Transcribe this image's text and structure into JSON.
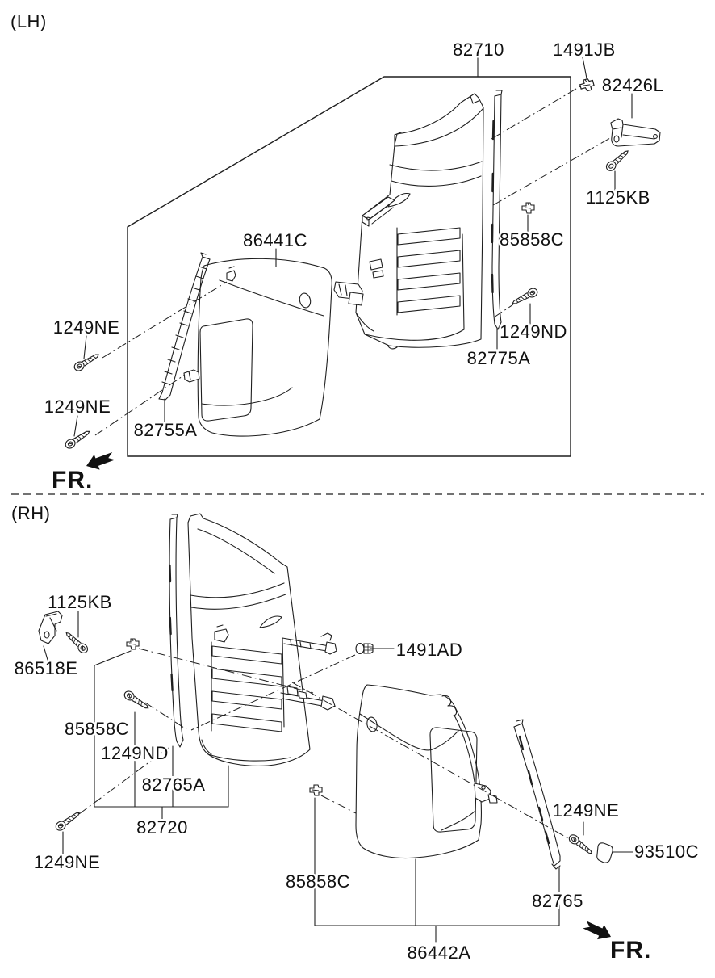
{
  "page": {
    "background": "#ffffff",
    "line_color": "#1f1f1f",
    "description": "Rear body side trim exploded parts diagram, left-hand and right-hand sections"
  },
  "sections": {
    "lh": {
      "marker": "(LH)",
      "fr_label": "FR.",
      "labels": {
        "p82710": "82710",
        "p1491jb": "1491JB",
        "p82426l": "82426L",
        "p1125kb": "1125KB",
        "p85858c": "85858C",
        "p86441c": "86441C",
        "p1249ne_upper": "1249NE",
        "p1249ne_lower": "1249NE",
        "p82755a": "82755A",
        "p1249nd": "1249ND",
        "p82775a": "82775A"
      }
    },
    "rh": {
      "marker": "(RH)",
      "fr_label": "FR.",
      "labels": {
        "p1125kb": "1125KB",
        "p86518e": "86518E",
        "p85858c_upper": "85858C",
        "p1249nd": "1249ND",
        "p82765a": "82765A",
        "p82720": "82720",
        "p1249ne_left": "1249NE",
        "p1491ad": "1491AD",
        "p1249ne_right": "1249NE",
        "p93510c": "93510C",
        "p82765": "82765",
        "p85858c_lower": "85858C",
        "p86442a": "86442A"
      }
    }
  }
}
